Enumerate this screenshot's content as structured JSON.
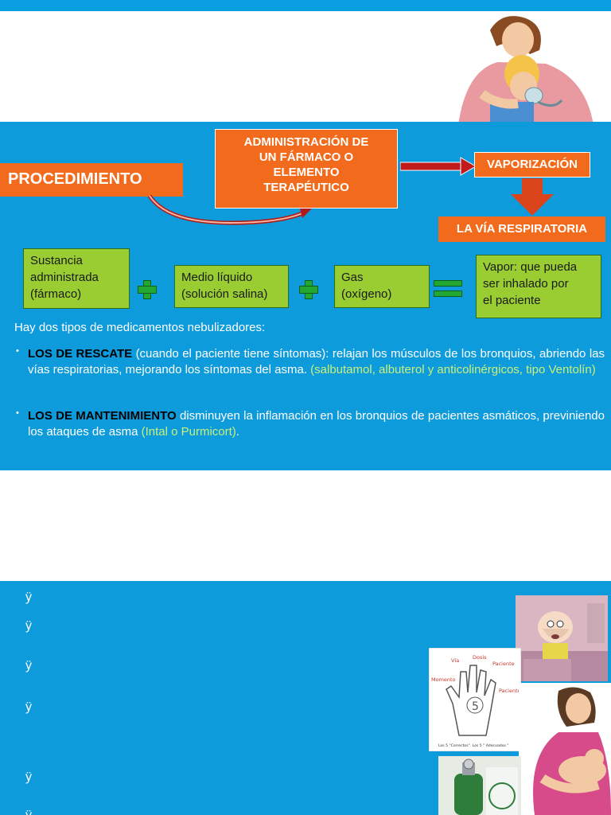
{
  "flow": {
    "procedimiento": "PROCEDIMIENTO",
    "administracion": [
      "ADMINISTRACIÓN DE",
      "UN FÁRMACO O",
      "ELEMENTO",
      "TERAPÉUTICO"
    ],
    "vaporizacion": "VAPORIZACIÓN",
    "via": "LA VÍA RESPIRATORIA"
  },
  "equation": {
    "sustancia": [
      "Sustancia",
      "administrada",
      "(fármaco)"
    ],
    "medio": [
      "Medio líquido",
      "(solución salina)"
    ],
    "gas": [
      "Gas",
      "(oxígeno)"
    ],
    "vapor": [
      "Vapor: que pueda",
      "ser inhalado por",
      "el paciente"
    ]
  },
  "intro": "Hay dos tipos de medicamentos nebulizadores:",
  "bullets": {
    "rescate_bold": "LOS DE RESCATE",
    "rescate_text": " (cuando el paciente tiene síntomas): relajan los músculos de los bronquios, abriendo las vías respiratorias, mejorando los síntomas del asma. ",
    "rescate_hl": "(salbutamol, albuterol y anticolinérgicos, tipo Ventolín)",
    "mant_bold": "LOS DE MANTENIMIENTO",
    "mant_text": " disminuyen la inflamación en los bronquios de pacientes asmáticos, previniendo los ataques de asma ",
    "mant_hl": "(Intal o Purmicort)",
    "mant_end": "."
  },
  "hand_labels": {
    "via": "Vía",
    "dosis": "Dosis",
    "paciente_top": "Paciente",
    "momento": "Momento",
    "paciente": "Paciente",
    "caption": "Los 5 \"Correctos\". Los 5 \" Adecuados \""
  },
  "glyph_bullets": [
    "ÿ",
    "ÿ",
    "ÿ",
    "ÿ",
    "ÿ",
    "ÿ"
  ]
}
